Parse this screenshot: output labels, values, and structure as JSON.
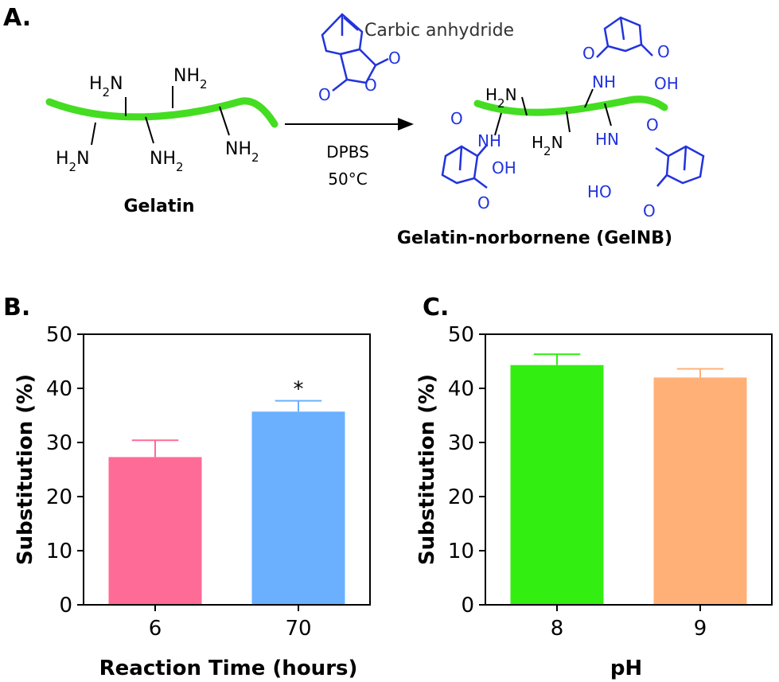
{
  "scheme": {
    "panel_label": "A.",
    "reagent": "Carbic anhydride",
    "conditions": [
      "DPBS",
      "50°C"
    ],
    "reactant_name": "Gelatin",
    "product_name": "Gelatin-norbornene (GelNB)",
    "amine_label": "NH2",
    "amine_label_left": "H2N",
    "amide_label": "NH",
    "amide_label_left": "HN",
    "acid_label": "OH",
    "acid_label_left": "HO",
    "oxygen_label": "O",
    "chain_color": "#44dd22",
    "reagent_color": "#2233dd"
  },
  "chart_data": [
    {
      "panel_label": "B.",
      "type": "bar",
      "categories": [
        "6",
        "70"
      ],
      "values": [
        27.3,
        35.7
      ],
      "errors": [
        3.1,
        2.0
      ],
      "colors": [
        "#fe6b96",
        "#6bb0ff"
      ],
      "annotations": [
        "",
        "*"
      ],
      "xlabel": "Reaction Time (hours)",
      "ylabel": "Substitution  (%)",
      "ylim": [
        0,
        50
      ],
      "yticks": [
        0,
        10,
        20,
        30,
        40,
        50
      ],
      "grid": false,
      "legend": "none"
    },
    {
      "panel_label": "C.",
      "type": "bar",
      "categories": [
        "8",
        "9"
      ],
      "values": [
        44.3,
        42.0
      ],
      "errors": [
        2.0,
        1.6
      ],
      "colors": [
        "#33ee11",
        "#ffb077"
      ],
      "annotations": [
        "",
        ""
      ],
      "xlabel": "pH",
      "ylabel": "Substitution  (%)",
      "ylim": [
        0,
        50
      ],
      "yticks": [
        0,
        10,
        20,
        30,
        40,
        50
      ],
      "grid": false,
      "legend": "none"
    }
  ]
}
